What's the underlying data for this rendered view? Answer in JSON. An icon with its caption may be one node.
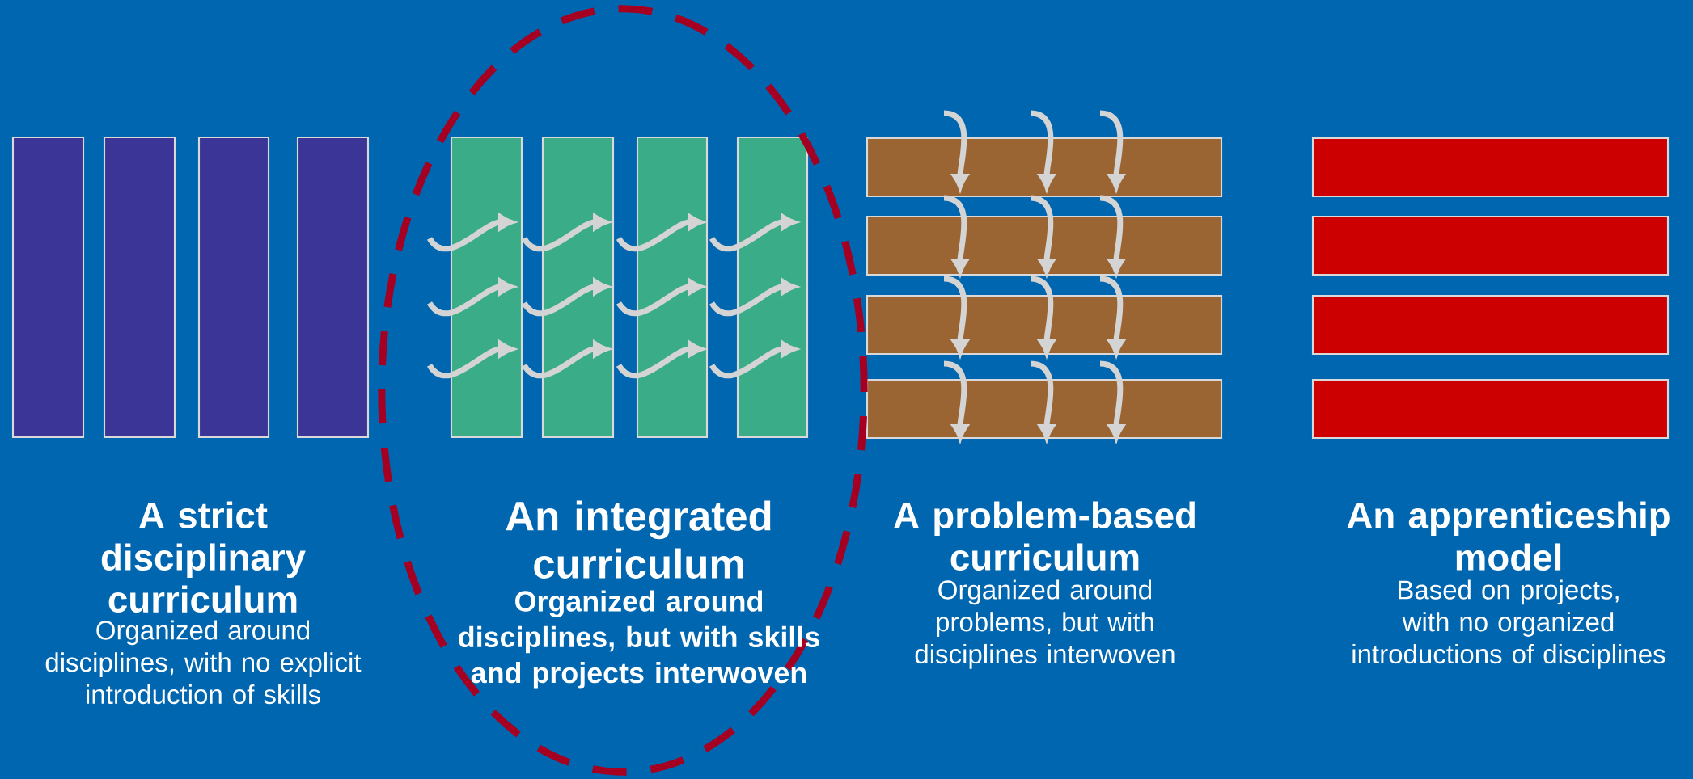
{
  "diagram": {
    "nodes": [
      {
        "text": [
          "An integrated curriculum",
          "Organized around disciplines, but with skills and projects interwoven"
        ]
      }
    ],
    "labels": [
      "A strict disciplinary curriculum",
      "Organized around disciplines, with no explicit introduction of skills",
      "A problem-based curriculum",
      "Organized around problems, but with disciplines interwoven",
      "An apprenticeship model",
      "Based on projects, with no organized introductions of disciplines"
    ]
  }
}
